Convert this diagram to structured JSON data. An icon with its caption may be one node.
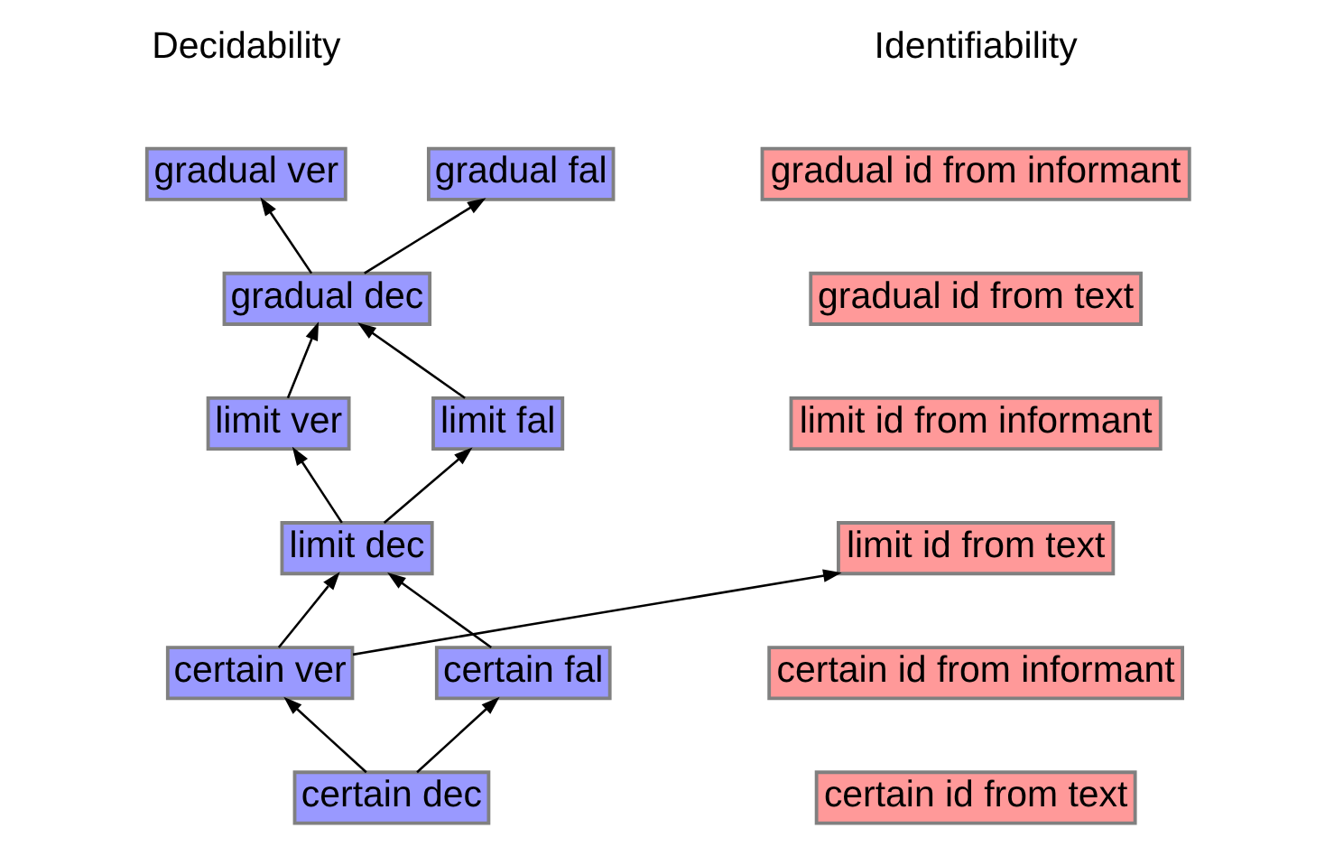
{
  "diagram": {
    "nodes": [
      {
        "text": [
          "gradual ver"
        ]
      },
      {
        "text": [
          "gradual fal"
        ]
      },
      {
        "text": [
          "gradual id from informant"
        ]
      },
      {
        "text": [
          "gradual dec"
        ]
      },
      {
        "text": [
          "gradual id from text"
        ]
      },
      {
        "text": [
          "limit ver"
        ]
      },
      {
        "text": [
          "limit fal"
        ]
      },
      {
        "text": [
          "limit id from informant"
        ]
      },
      {
        "text": [
          "limit dec"
        ]
      },
      {
        "text": [
          "limit id from text"
        ]
      },
      {
        "text": [
          "certain ver"
        ]
      },
      {
        "text": [
          "certain fal"
        ]
      },
      {
        "text": [
          "certain id from informant"
        ]
      },
      {
        "text": [
          "certain dec"
        ]
      },
      {
        "text": [
          "certain id from text"
        ]
      }
    ],
    "edges": [
      {
        "from": 13,
        "to": 10,
        "arrow": "to"
      },
      {
        "from": 13,
        "to": 11,
        "arrow": "to"
      },
      {
        "from": 10,
        "to": 8,
        "arrow": "to"
      },
      {
        "from": 11,
        "to": 8,
        "arrow": "to"
      },
      {
        "from": 8,
        "to": 5,
        "arrow": "to"
      },
      {
        "from": 8,
        "to": 6,
        "arrow": "to"
      },
      {
        "from": 5,
        "to": 3,
        "arrow": "to"
      },
      {
        "from": 6,
        "to": 3,
        "arrow": "to"
      },
      {
        "from": 3,
        "to": 0,
        "arrow": "to"
      },
      {
        "from": 3,
        "to": 1,
        "arrow": "to"
      },
      {
        "from": 10,
        "to": 9,
        "arrow": "to"
      }
    ],
    "labels": [
      "Decidability",
      "Identifiability"
    ]
  }
}
